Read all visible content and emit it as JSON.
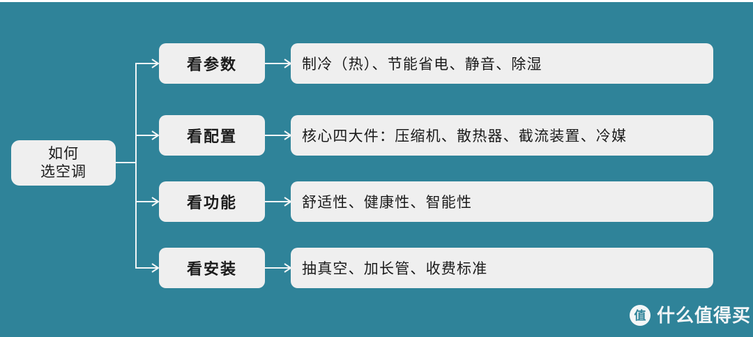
{
  "canvas": {
    "background_color": "#2f8399",
    "node_fill_color": "#efefef",
    "connector_color": "#f2f6f7"
  },
  "diagram": {
    "root": {
      "line1": "如何",
      "line2": "选空调"
    },
    "branches": [
      {
        "label": "看参数",
        "detail": "制冷（热）、节能省电、静音、除湿"
      },
      {
        "label": "看配置",
        "detail": "核心四大件：压缩机、散热器、截流装置、冷媒"
      },
      {
        "label": "看功能",
        "detail": "舒适性、健康性、智能性"
      },
      {
        "label": "看安装",
        "detail": "抽真空、加长管、收费标准"
      }
    ]
  },
  "watermark": {
    "badge": "值",
    "text": "什么值得买"
  }
}
